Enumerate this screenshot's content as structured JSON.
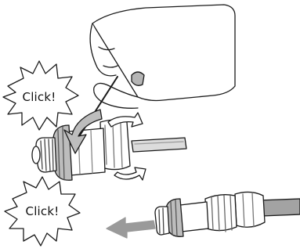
{
  "bursts": [
    {
      "id": "top",
      "text": "Click!"
    },
    {
      "id": "bottom",
      "text": "Click!"
    }
  ],
  "colors": {
    "line": "#1a1a1a",
    "fill": "#ffffff",
    "shade": "#b5b5b5",
    "dark_shade": "#8a8a8a",
    "arrow": "#9a9a9a",
    "cable": "#a3a3a3"
  },
  "icons": [
    "hand-icon",
    "click-burst-icon",
    "rotate-arrow-icon",
    "push-arrow-icon"
  ]
}
